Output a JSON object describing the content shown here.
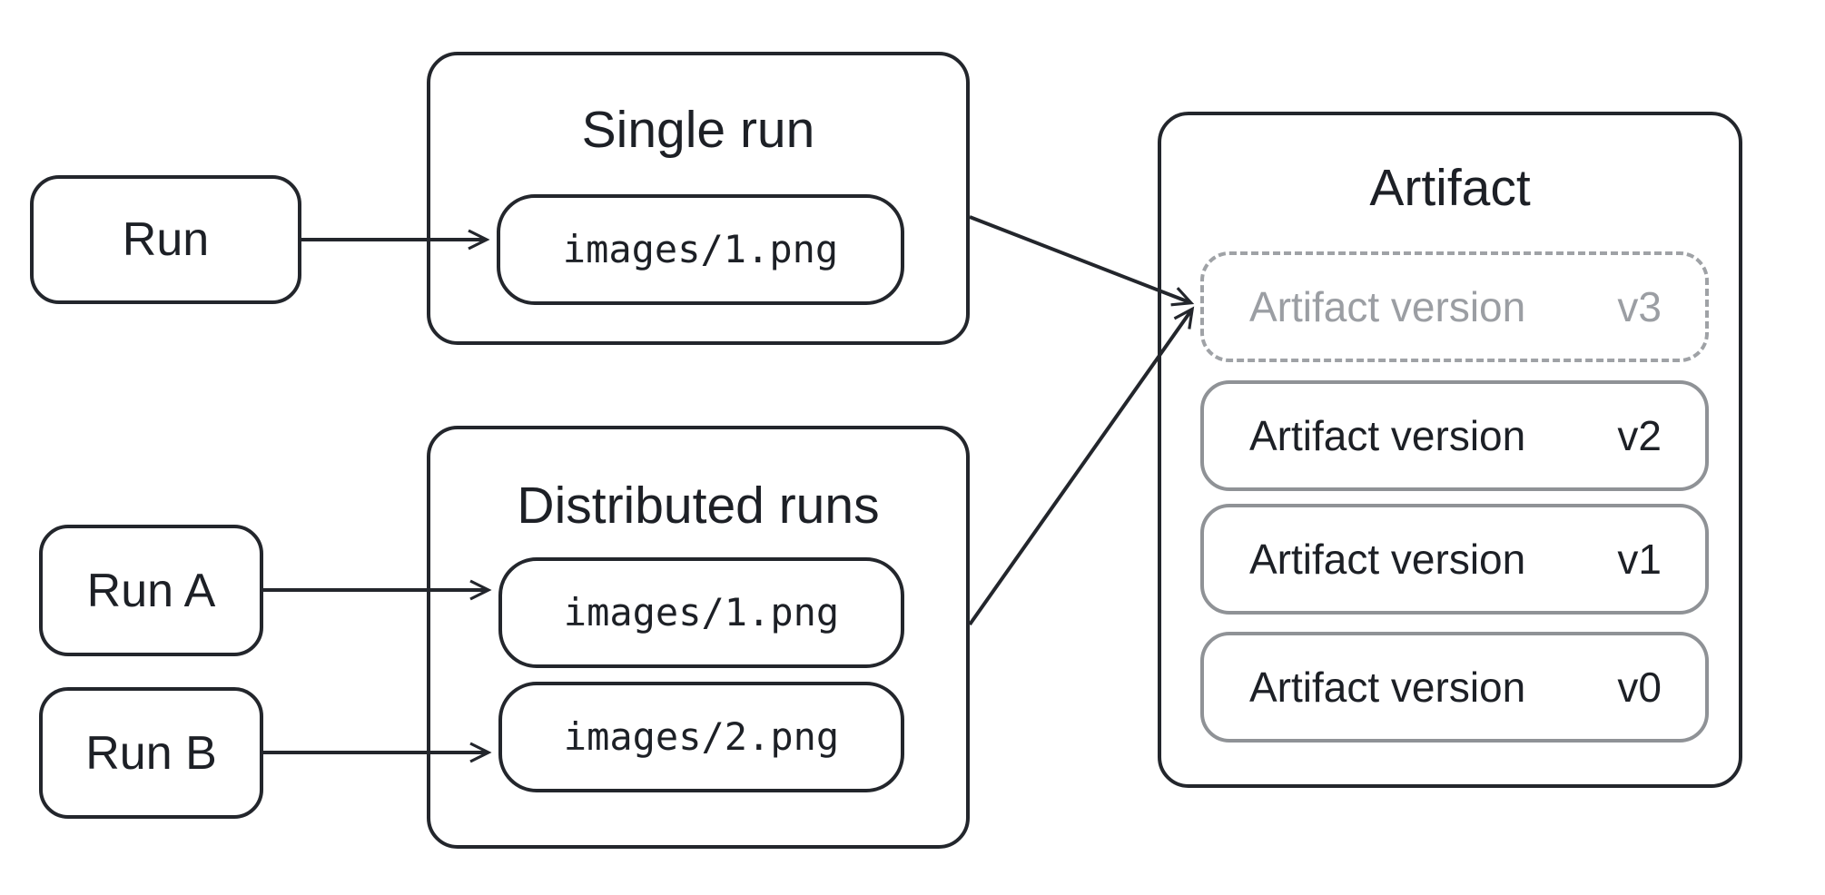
{
  "diagram": {
    "colors": {
      "node_border": "#23262c",
      "version_border": "#8f9296",
      "pending_border": "#9fa2a6",
      "pending_text": "#9b9ea3",
      "text": "#1d2026",
      "background": "#ffffff"
    },
    "run": {
      "label": "Run"
    },
    "run_a": {
      "label": "Run A"
    },
    "run_b": {
      "label": "Run B"
    },
    "single_run": {
      "title": "Single run",
      "file": "images/1.png"
    },
    "distributed_runs": {
      "title": "Distributed runs",
      "files": [
        "images/1.png",
        "images/2.png"
      ]
    },
    "artifact": {
      "title": "Artifact",
      "versions": [
        {
          "label": "Artifact version",
          "version": "v3",
          "state": "pending"
        },
        {
          "label": "Artifact version",
          "version": "v2",
          "state": "committed"
        },
        {
          "label": "Artifact version",
          "version": "v1",
          "state": "committed"
        },
        {
          "label": "Artifact version",
          "version": "v0",
          "state": "committed"
        }
      ]
    },
    "edges": [
      {
        "from": "run",
        "to": "single-run-file"
      },
      {
        "from": "run-a",
        "to": "distributed-file-1"
      },
      {
        "from": "run-b",
        "to": "distributed-file-2"
      },
      {
        "from": "single-run",
        "to": "artifact-version-v3"
      },
      {
        "from": "distributed-runs",
        "to": "artifact-version-v3"
      }
    ]
  }
}
